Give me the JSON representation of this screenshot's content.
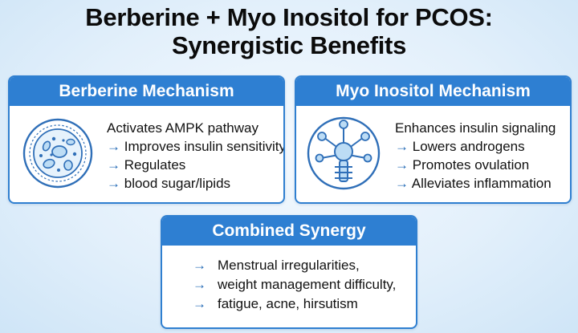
{
  "title": {
    "line1": "Berberine + Myo Inositol for PCOS:",
    "line2": "Synergistic Benefits"
  },
  "colors": {
    "accent": "#2e7fd2",
    "icon_blue": "#2f6fb8",
    "icon_fill": "#bcdcf5",
    "background": "#e3f0fb"
  },
  "berberine": {
    "heading": "Berberine Mechanism",
    "icon": "cell-icon",
    "lines": [
      {
        "arrow": "",
        "text": "Activates AMPK pathway"
      },
      {
        "arrow": "→",
        "text": "Improves insulin sensitivity"
      },
      {
        "arrow": "→",
        "text": "Regulates"
      },
      {
        "arrow": "→",
        "text": "blood sugar/lipids"
      }
    ]
  },
  "myo": {
    "heading": "Myo Inositol Mechanism",
    "icon": "molecule-signaling-icon",
    "lines": [
      {
        "arrow": "",
        "text": "Enhances insulin signaling"
      },
      {
        "arrow": "→",
        "text": "Lowers androgens"
      },
      {
        "arrow": "→",
        "text": "Promotes ovulation"
      },
      {
        "arrow": "→",
        "text": "Alleviates inflammation"
      }
    ]
  },
  "synergy": {
    "heading": "Combined Synergy",
    "lines": [
      {
        "arrow": "→",
        "text": "Menstrual irregularities,"
      },
      {
        "arrow": "→",
        "text": "weight management difficulty,"
      },
      {
        "arrow": "→",
        "text": "fatigue, acne, hirsutism"
      }
    ]
  }
}
